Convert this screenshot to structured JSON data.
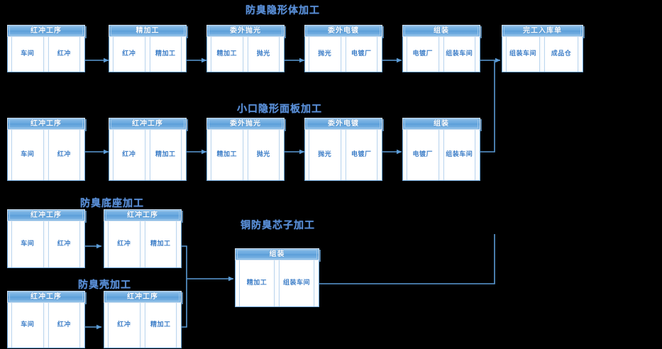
{
  "diagram": {
    "title_color": "#5b8fd6",
    "line_color": "#5b9bd5",
    "header_color": "#6aa9df",
    "cell_text_color": "#3f7fc8",
    "background": "#000000"
  },
  "groups": [
    {
      "id": "g1",
      "label": "防臭隐形体加工"
    },
    {
      "id": "g2",
      "label": "小口隐形面板加工"
    },
    {
      "id": "g3",
      "label": "防臭底座加工"
    },
    {
      "id": "g4",
      "label": "铜防臭芯子加工"
    },
    {
      "id": "g5",
      "label": "防臭壳加工"
    }
  ],
  "nodes": [
    {
      "id": "n1",
      "title": "红冲工序",
      "left": "车间",
      "right": "红冲"
    },
    {
      "id": "n2",
      "title": "精加工",
      "left": "红冲",
      "right": "精加工"
    },
    {
      "id": "n3",
      "title": "委外抛光",
      "left": "精加工",
      "right": "抛光"
    },
    {
      "id": "n4",
      "title": "委外电镀",
      "left": "抛光",
      "right": "电镀厂"
    },
    {
      "id": "n5",
      "title": "组装",
      "left": "电镀厂",
      "right": "组装车间"
    },
    {
      "id": "n6",
      "title": "完工入库单",
      "left": "组装车间",
      "right": "成品仓"
    },
    {
      "id": "n7",
      "title": "红冲工序",
      "left": "车间",
      "right": "红冲"
    },
    {
      "id": "n8",
      "title": "红冲工序",
      "left": "红冲",
      "right": "精加工"
    },
    {
      "id": "n9",
      "title": "委外抛光",
      "left": "精加工",
      "right": "抛光"
    },
    {
      "id": "n10",
      "title": "委外电镀",
      "left": "抛光",
      "right": "电镀厂"
    },
    {
      "id": "n11",
      "title": "组装",
      "left": "电镀厂",
      "right": "组装车间"
    },
    {
      "id": "n12",
      "title": "红冲工序",
      "left": "车间",
      "right": "红冲"
    },
    {
      "id": "n13",
      "title": "红冲工序",
      "left": "红冲",
      "right": "精加工"
    },
    {
      "id": "n14",
      "title": "组装",
      "left": "精加工",
      "right": "组装车间"
    },
    {
      "id": "n15",
      "title": "红冲工序",
      "left": "车间",
      "right": "红冲"
    },
    {
      "id": "n16",
      "title": "红冲工序",
      "left": "红冲",
      "right": "精加工"
    }
  ]
}
